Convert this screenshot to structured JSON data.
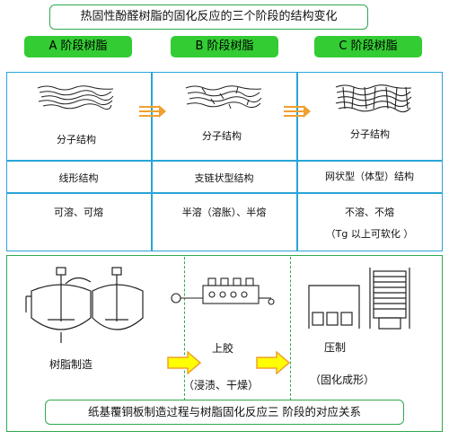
{
  "title": "热固性酚醛树脂的固化反应的三个阶段的结构变化",
  "stages": [
    {
      "header": "A  阶段树脂",
      "structure_label": "分子结构",
      "chain": "线形结构",
      "solubility": "可溶、可熔",
      "note": ""
    },
    {
      "header": "B  阶段树脂",
      "structure_label": "分子结构",
      "chain": "支链状型结构",
      "solubility": "半溶（溶胀）、半熔",
      "note": ""
    },
    {
      "header": "C  阶段树脂",
      "structure_label": "分子结构",
      "chain": "网状型（体型）结构",
      "solubility": "不溶、不熔",
      "note": "（Tg  以上可软化  ）"
    }
  ],
  "process": {
    "step1": "树脂制造",
    "step2": "上胶",
    "step2_sub": "（浸渍、干燥）",
    "step3": "压制",
    "step3_sub": "（固化成形）"
  },
  "caption": "纸基覆铜板制造过程与树脂固化反应三  阶段的对应关系",
  "colors": {
    "green": "#33cc33",
    "blue": "#2aa4d8",
    "arrow_orange": "#f0a030",
    "arrow_yellow": "#ffff00"
  }
}
